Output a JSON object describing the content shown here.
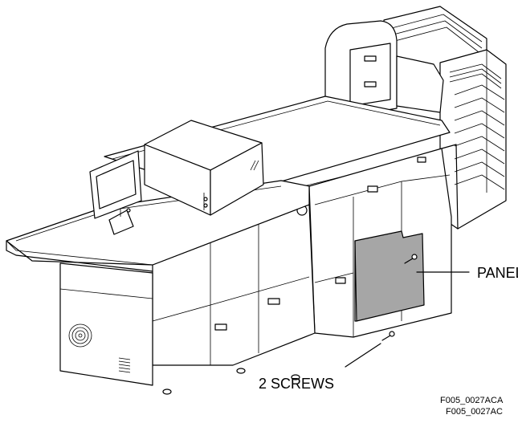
{
  "callouts": {
    "panel": "PANEL",
    "screws": "2 SCREWS"
  },
  "figure_codes": [
    "F005_0027ACA",
    "F005_0027AC"
  ],
  "colors": {
    "line": "#000000",
    "panel_fill": "#a6a6a6",
    "background": "#ffffff"
  }
}
